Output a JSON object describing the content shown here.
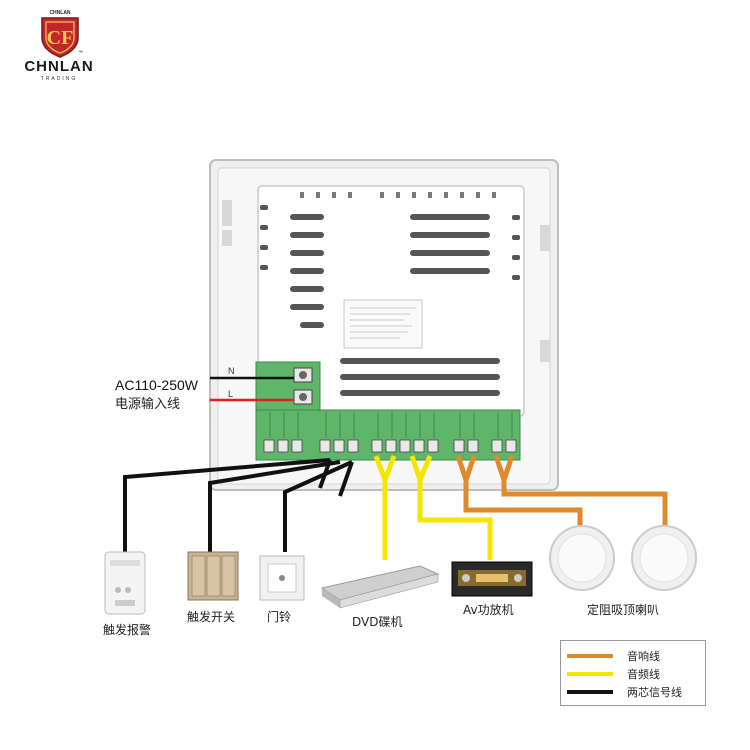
{
  "brand": {
    "name": "CHNLAN",
    "sub": "TRADING",
    "small": "CHNLAN",
    "mark": "CF",
    "tm": "™"
  },
  "power": {
    "line1": "AC110-250W",
    "line2": "电源输入线",
    "n_label": "N",
    "l_label": "L"
  },
  "devices": {
    "alarm": "触发报警",
    "switch": "触发开关",
    "doorbell": "门铃",
    "dvd": "DVD碟机",
    "amp": "Av功放机",
    "speakers": "定阻吸顶喇叭"
  },
  "legend": {
    "items": [
      {
        "label": "音响线",
        "color": "#e08a2c"
      },
      {
        "label": "音频线",
        "color": "#f5e600"
      },
      {
        "label": "两芯信号线",
        "color": "#111111"
      }
    ]
  },
  "colors": {
    "speaker_wire": "#e08a2c",
    "audio_wire": "#f5e600",
    "signal_wire": "#111111",
    "terminal_green": "#5fb56a",
    "live_wire": "#e02020",
    "logo_red": "#c0272d"
  }
}
